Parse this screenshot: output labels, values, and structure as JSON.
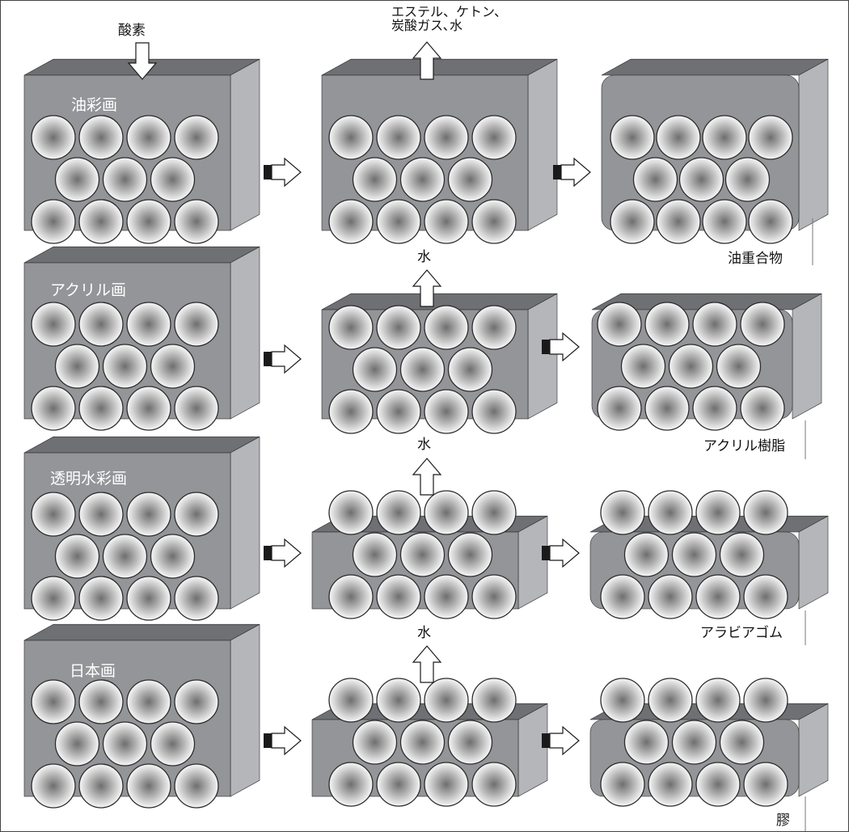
{
  "labels": {
    "oxygen": "酸素",
    "oil_gases_line1": "エステル、ケトン、",
    "oil_gases_line2": "炭酸ガス､水"
  },
  "rows": [
    {
      "paint": "油彩画",
      "released": "",
      "product": "油重合物"
    },
    {
      "paint": "アクリル画",
      "released": "水",
      "product": "アクリル樹脂"
    },
    {
      "paint": "透明水彩画",
      "released": "水",
      "product": "アラビアゴム"
    },
    {
      "paint": "日本画",
      "released": "水",
      "product": "膠"
    }
  ],
  "colors": {
    "block_front": "#939598",
    "block_top": "#6e7073",
    "block_side": "#b4b6b9",
    "pigment_edge": "#2b2b2b",
    "outline": "#2a2a2a"
  },
  "icons": {
    "process_arrow": "right-arrow-icon",
    "release_arrow": "up-arrow-icon",
    "input_arrow": "down-arrow-icon"
  }
}
